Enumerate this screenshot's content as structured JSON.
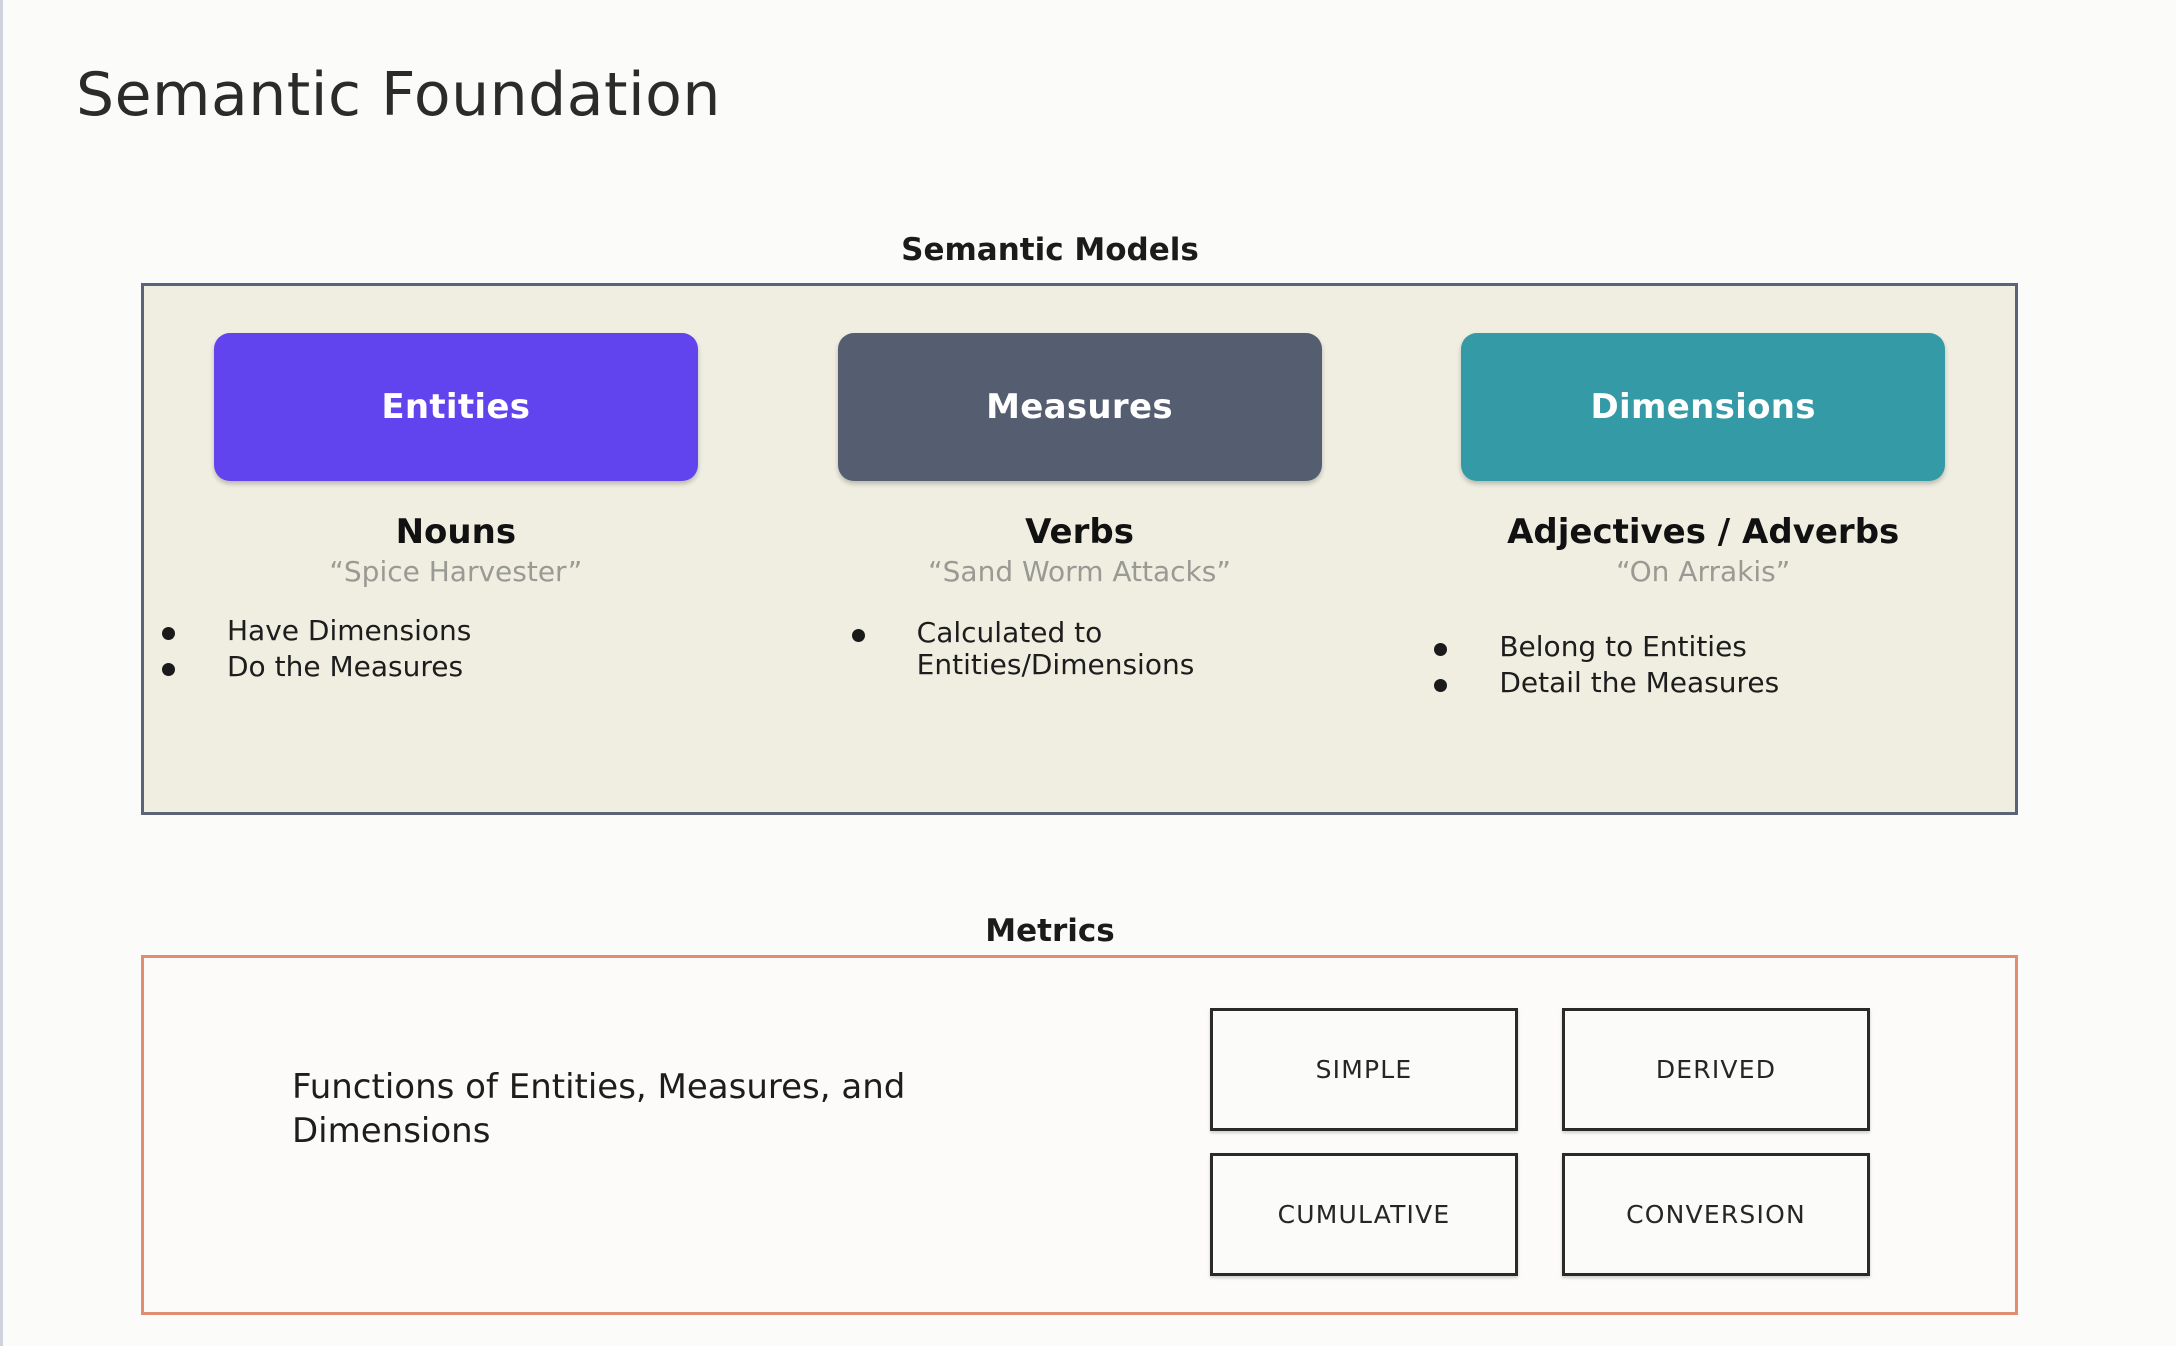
{
  "slide": {
    "title": "Semantic Foundation"
  },
  "semantic_models": {
    "caption": "Semantic Models",
    "panel_fill": "#EFEEE1",
    "panel_border": "#5B6376",
    "columns": [
      {
        "pill_label": "Entities",
        "pill_color": "#6244EE",
        "part_of_speech": "Nouns",
        "example": "“Spice Harvester”",
        "bullets": [
          "Have Dimensions",
          "Do the Measures"
        ]
      },
      {
        "pill_label": "Measures",
        "pill_color": "#555D70",
        "part_of_speech": "Verbs",
        "example": "“Sand Worm Attacks”",
        "bullets": [
          "Calculated to Entities/Dimensions"
        ]
      },
      {
        "pill_label": "Dimensions",
        "pill_color": "#349AA6",
        "part_of_speech": "Adjectives / Adverbs",
        "example": "“On Arrakis”",
        "bullets": [
          "Belong to Entities",
          "Detail the Measures"
        ]
      }
    ]
  },
  "metrics": {
    "caption": "Metrics",
    "panel_border": "#E08D72",
    "description": "Functions of Entities, Measures, and Dimensions",
    "types": [
      "SIMPLE",
      "DERIVED",
      "CUMULATIVE",
      "CONVERSION"
    ]
  }
}
